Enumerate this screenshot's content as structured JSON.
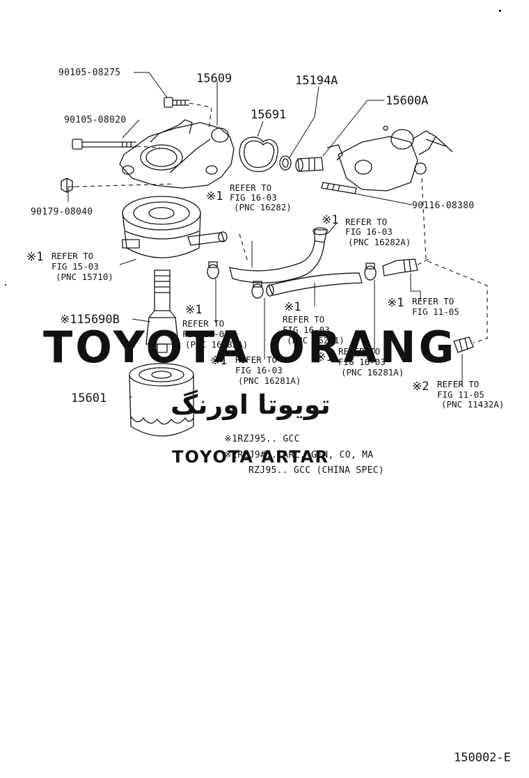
{
  "part_numbers": {
    "p1": "90105-08275",
    "p2": "90105-08020",
    "p3": "90179-08040",
    "p4": "15609",
    "p5": "15691",
    "p6": "15194A",
    "p7": "15600A",
    "p8": "90116-08380",
    "p9": "※115690B",
    "p10": "15601"
  },
  "refs": {
    "r1": {
      "mark": "※1",
      "l1": "REFER TO",
      "l2": "FIG 16-03",
      "l3": "(PNC 16282)"
    },
    "r2": {
      "mark": "※1",
      "l1": "REFER TO",
      "l2": "FIG 16-03",
      "l3": "(PNC 16282A)"
    },
    "r3": {
      "mark": "※1",
      "l1": "REFER TO",
      "l2": "FIG 15-03",
      "l3": "(PNC 15710)"
    },
    "r4": {
      "mark": "※1",
      "l1": "REFER TO",
      "l2": "FIG 11-05"
    },
    "r5": {
      "mark": "※1",
      "l1": "REFER TO",
      "l2": "FIG 16-03",
      "l3": "(PNC 16282A)"
    },
    "r6": {
      "mark": "※1",
      "l1": "REFER TO",
      "l2": "FIG 16-03",
      "l3": "(PNC 16281)"
    },
    "r7": {
      "mark": "※1",
      "l1": "REFER TO",
      "l2": "FIG 16-03",
      "l3": "(PNC 16281A)"
    },
    "r8": {
      "mark": "※1",
      "l1": "REFER TO",
      "l2": "FIG 16-03",
      "l3": "(PNC 16281A)"
    },
    "r9": {
      "mark": "※2",
      "l1": "REFER TO",
      "l2": "FIG 11-05",
      "l3": "(PNC 11432A)"
    }
  },
  "legend": {
    "l1": "※1RZJ95.. GCC",
    "l2": "※2RZJ9#.. ARL, GEN, CO, MA",
    "l3": "RZJ95.. GCC (CHINA SPEC)"
  },
  "watermark": {
    "line1": "TOYOTA ORANG",
    "arabic": "تویوتا اورنگ",
    "line2": "TOYOTA ARTAR",
    "color": "#f2b6b6"
  },
  "figure_code": "150002-E"
}
